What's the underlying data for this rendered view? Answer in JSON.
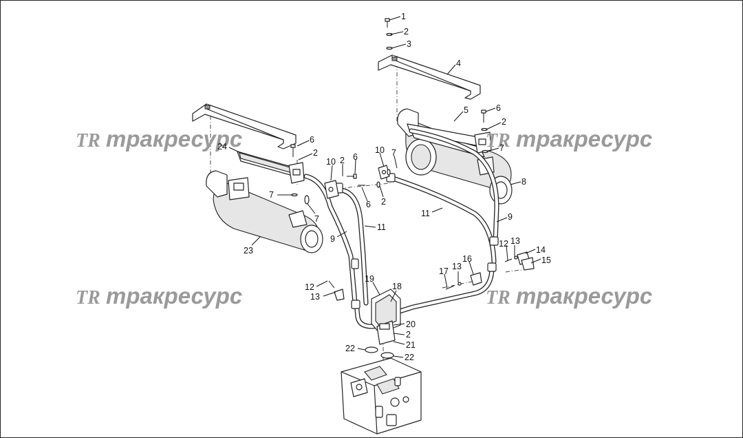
{
  "watermark": {
    "logo": "TR",
    "text": "тракресурс",
    "color": "#9a9a9a"
  },
  "callouts": [
    "1",
    "2",
    "3",
    "4",
    "5",
    "6",
    "7",
    "8",
    "9",
    "10",
    "11",
    "12",
    "13",
    "14",
    "15",
    "16",
    "17",
    "18",
    "19",
    "20",
    "21",
    "22",
    "23",
    "24"
  ]
}
